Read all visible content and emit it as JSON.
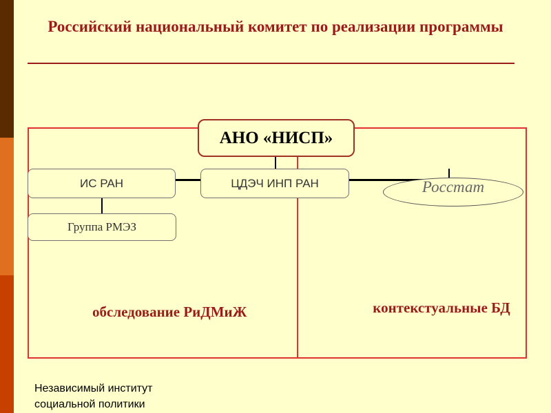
{
  "title": "Российский национальный комитет по реализации программы",
  "nodes": {
    "ano": "АНО «НИСП»",
    "is_ran": "ИС РАН",
    "cdeh": "ЦДЭЧ ИНП РАН",
    "rmez": "Группа РМЭЗ",
    "rosstat": "Росстат"
  },
  "regions": {
    "left": "обследование РиДМиЖ",
    "right": "контекстуальные БД"
  },
  "footer": "Независимый институт социальной политики",
  "colors": {
    "background": "#FFFFCC",
    "title": "#9B1B1B",
    "frame": "#E03030",
    "bar_dark": "#5A2A00",
    "bar_orange": "#E07020",
    "bar_red": "#C84000"
  }
}
